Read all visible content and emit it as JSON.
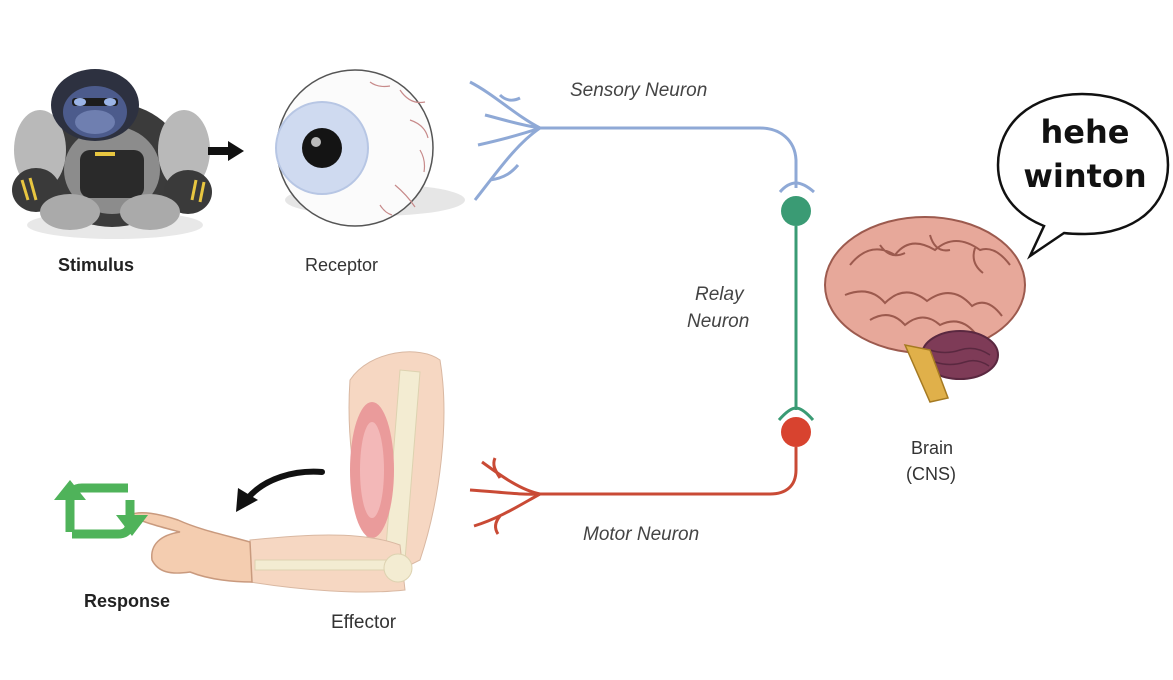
{
  "labels": {
    "stimulus": "Stimulus",
    "receptor": "Receptor",
    "sensory_neuron": "Sensory Neuron",
    "relay_neuron_line1": "Relay",
    "relay_neuron_line2": "Neuron",
    "motor_neuron": "Motor Neuron",
    "effector": "Effector",
    "response": "Response",
    "brain_line1": "Brain",
    "brain_line2": "(CNS)"
  },
  "speech_bubble": {
    "line1": "hehe",
    "line2": "winton"
  },
  "colors": {
    "sensory": "#8fa9d6",
    "relay": "#3a9b74",
    "motor": "#c94a35",
    "response_icon": "#4fb35a"
  },
  "icons": [
    "gorilla-plush-icon",
    "eyeball-icon",
    "brain-icon",
    "arm-muscle-icon",
    "repeat-arrows-icon"
  ]
}
